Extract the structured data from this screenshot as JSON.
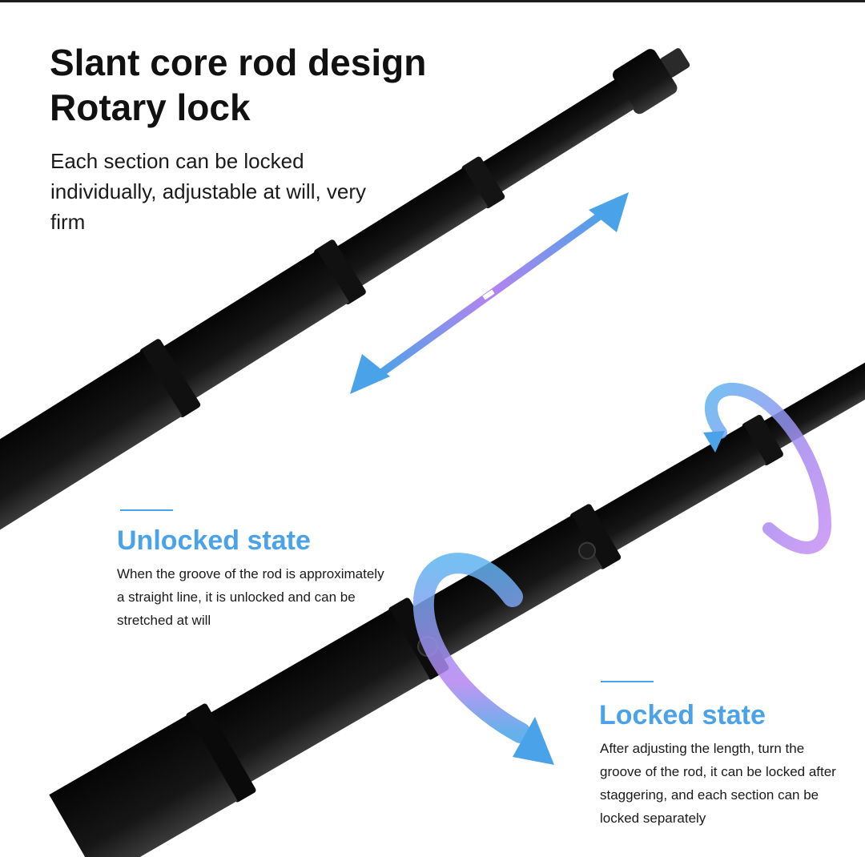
{
  "headline": {
    "line1": "Slant core rod design",
    "line2": "Rotary lock"
  },
  "intro": "Each section can be locked individually, adjustable at will, very firm",
  "unlocked": {
    "title": "Unlocked state",
    "description": "When the groove of the rod is approximately a straight line, it is unlocked and can be stretched at will"
  },
  "locked": {
    "title": "Locked state",
    "description": "After adjusting the length, turn the groove of the rod, it can be locked after staggering, and each section can be locked separately"
  },
  "colors": {
    "accent_blue": "#4aa3e8",
    "accent_purple": "#b583f0",
    "rod_black": "#0e0e0e",
    "text_dark": "#111111"
  },
  "icons": [
    "double-arrow-icon",
    "rotate-arrow-icon"
  ]
}
